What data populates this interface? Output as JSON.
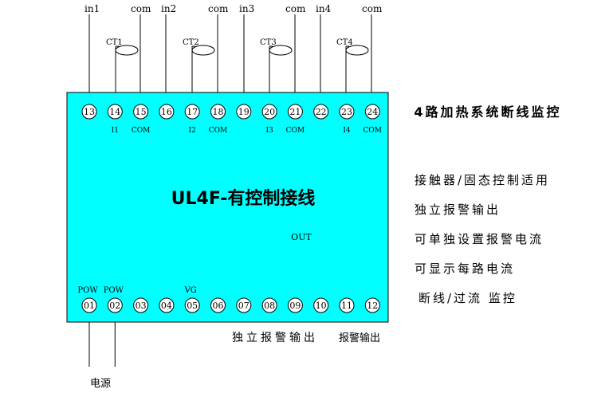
{
  "title_right": "4路加热系统断线监控",
  "module_title": "UL4F-有控制接线",
  "features": [
    "接触器/固态控制适用",
    "独立报警输出",
    "可单独设置报警电流",
    "可显示每路电流",
    "断线/过流 监控"
  ],
  "top_terminals": [
    "13",
    "14",
    "15",
    "16",
    "17",
    "18",
    "19",
    "20",
    "21",
    "22",
    "23",
    "24"
  ],
  "top_sub_labels": [
    "I1",
    "COM",
    "I2",
    "COM",
    "I3",
    "COM",
    "I4",
    "COM"
  ],
  "bottom_terminals": [
    "01",
    "02",
    "03",
    "04",
    "05",
    "06",
    "07",
    "08",
    "09",
    "10",
    "11",
    "12"
  ],
  "bottom_sub_labels": [
    "POW",
    "POW",
    "VG"
  ],
  "out_label": "OUT",
  "inputs": [
    "in1",
    "in2",
    "in3",
    "in4"
  ],
  "com_labels": [
    "com",
    "com",
    "com",
    "com"
  ],
  "ct_labels": [
    "CT1",
    "CT2",
    "CT3",
    "CT4"
  ],
  "bottom_captions": {
    "independent_alarm": "独立报警输出",
    "alarm_output": "报警输出",
    "power": "电源"
  },
  "colors": {
    "module_fill": "#00FFFF",
    "line": "#000000",
    "terminal_fill": "#FFFFFF"
  }
}
